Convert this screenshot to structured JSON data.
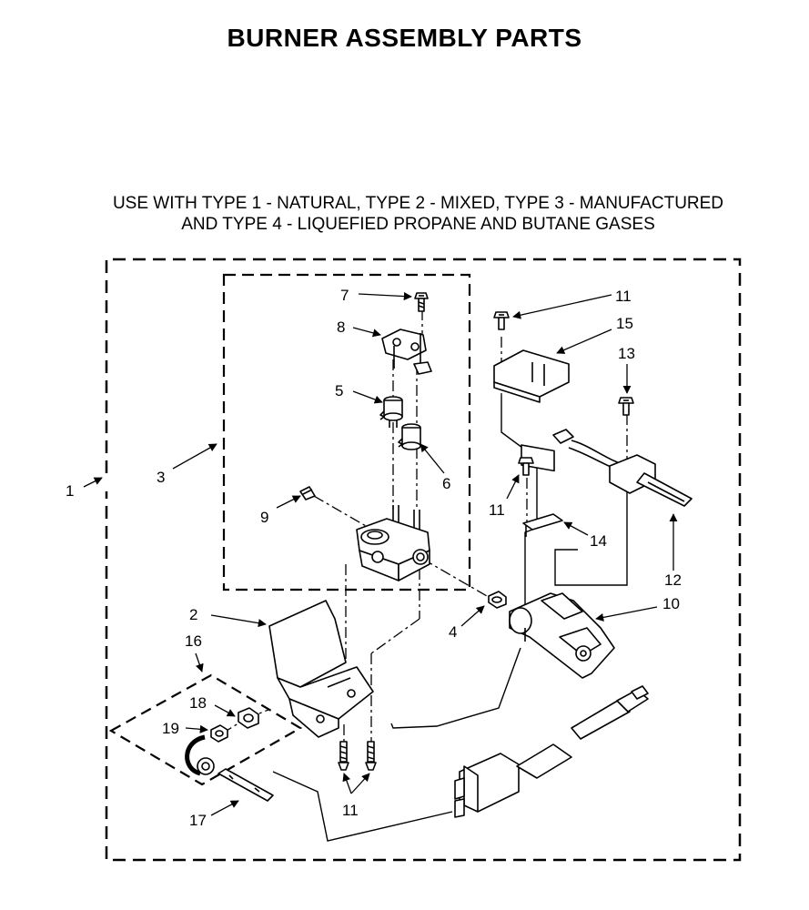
{
  "title": "BURNER ASSEMBLY PARTS",
  "subtitle": {
    "line1": "USE WITH TYPE 1 - NATURAL, TYPE 2 - MIXED, TYPE 3 - MANUFACTURED",
    "line2": "AND TYPE 4 - LIQUEFIED PROPANE AND BUTANE GASES"
  },
  "callouts": {
    "c1": "1",
    "c2": "2",
    "c3": "3",
    "c4": "4",
    "c5": "5",
    "c6": "6",
    "c7": "7",
    "c8": "8",
    "c9": "9",
    "c10": "10",
    "c11a": "11",
    "c11b": "11",
    "c11c": "11",
    "c12": "12",
    "c13": "13",
    "c14": "14",
    "c15": "15",
    "c16": "16",
    "c17": "17",
    "c18": "18",
    "c19": "19"
  }
}
